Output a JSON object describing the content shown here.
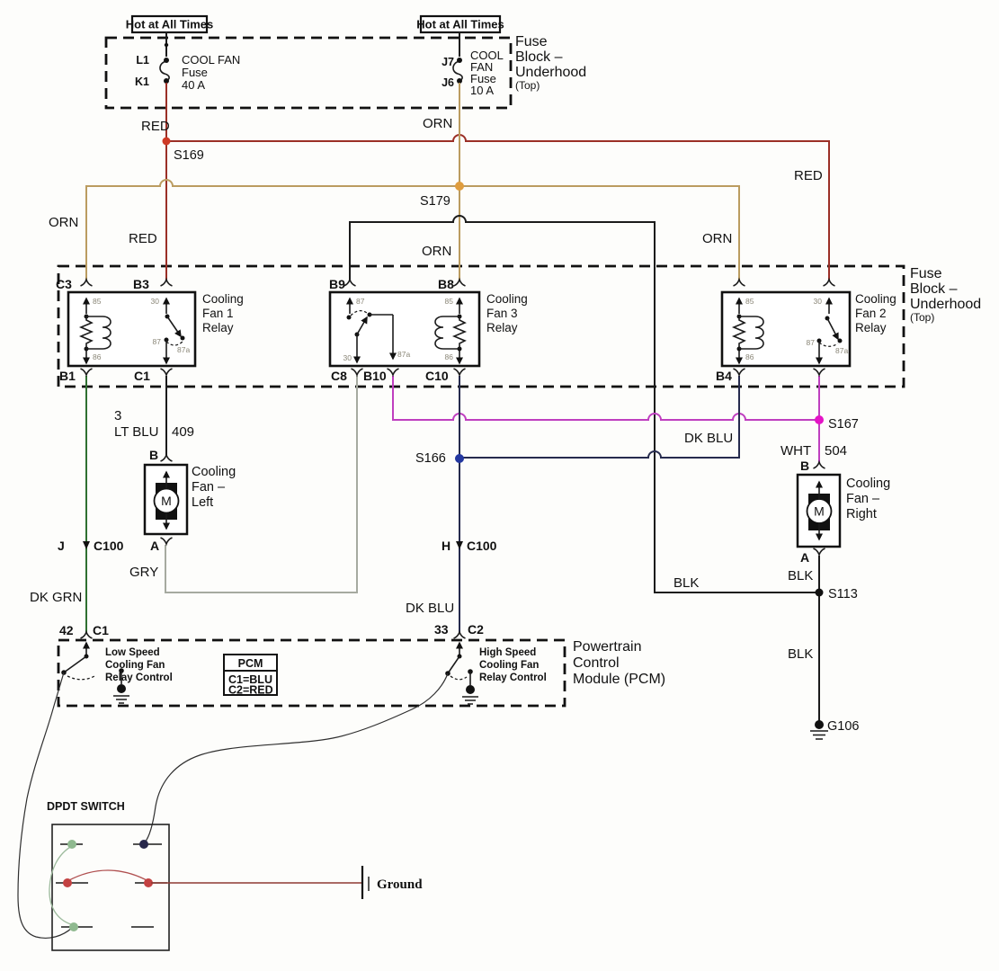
{
  "colors": {
    "red": "#9b2f26",
    "orange": "#bb9c60",
    "green": "#2f7030",
    "gray": "#a6aaa0",
    "dkblu": "#262b4e",
    "magenta": "#bf3fbf",
    "splice_red": "#ce3a26",
    "splice_orange": "#df9d3f",
    "splice_blue": "#2337a0",
    "splice_magenta": "#e414c6",
    "pale_green": "#8fb98f",
    "dot_red": "#c34242",
    "navy_dot": "#26264a",
    "maroon": "#8e3a32",
    "curve_red": "#b05050",
    "curve_green": "#9dbb9d"
  },
  "top": {
    "hot_label": "Hot at All Times",
    "fuse1": {
      "pin_top": "L1",
      "pin_bot": "K1",
      "line1": "COOL FAN",
      "line2": "Fuse",
      "line3": "40 A"
    },
    "fuse2": {
      "pin_top": "J7",
      "pin_bot": "J6",
      "line1": "COOL",
      "line2": "FAN",
      "line3": "Fuse",
      "line4": "10 A"
    },
    "block_label": {
      "l1": "Fuse",
      "l2": "Block –",
      "l3": "Underhood",
      "l4": "(Top)"
    }
  },
  "labels": {
    "red": "RED",
    "orn": "ORN",
    "blk": "BLK",
    "gry": "GRY",
    "dkgrn": "DK GRN",
    "dkblu": "DK BLU",
    "ltblu": "LT BLU",
    "wht": "WHT",
    "n3": "3",
    "n409": "409",
    "n504": "504"
  },
  "splices": {
    "s169": "S169",
    "s179": "S179",
    "s166": "S166",
    "s167": "S167",
    "s113": "S113",
    "g106": "G106"
  },
  "relay_block": {
    "block_label": {
      "l1": "Fuse",
      "l2": "Block –",
      "l3": "Underhood",
      "l4": "(Top)"
    },
    "pins": {
      "p30": "30",
      "p85": "85",
      "p86": "86",
      "p87": "87",
      "p87a": "87a"
    },
    "relay1": {
      "name1": "Cooling",
      "name2": "Fan 1",
      "name3": "Relay",
      "c3": "C3",
      "b3": "B3",
      "b1": "B1",
      "c1": "C1"
    },
    "relay3": {
      "name1": "Cooling",
      "name2": "Fan 3",
      "name3": "Relay",
      "b9": "B9",
      "b8": "B8",
      "c8": "C8",
      "b10": "B10",
      "c10": "C10"
    },
    "relay2": {
      "name1": "Cooling",
      "name2": "Fan 2",
      "name3": "Relay",
      "b4": "B4"
    }
  },
  "fans": {
    "motor": "M",
    "left": {
      "name1": "Cooling",
      "name2": "Fan –",
      "name3": "Left",
      "b": "B",
      "a": "A"
    },
    "right": {
      "name1": "Cooling",
      "name2": "Fan –",
      "name3": "Right",
      "b": "B",
      "a": "A"
    }
  },
  "connectors": {
    "j": "J",
    "h": "H",
    "c100": "C100",
    "n42": "42",
    "c1": "C1",
    "n33": "33",
    "c2": "C2"
  },
  "pcm": {
    "module_label": {
      "l1": "Powertrain",
      "l2": "Control",
      "l3": "Module (PCM)"
    },
    "low": {
      "l1": "Low Speed",
      "l2": "Cooling Fan",
      "l3": "Relay Control"
    },
    "high": {
      "l1": "High Speed",
      "l2": "Cooling Fan",
      "l3": "Relay Control"
    },
    "idbox": {
      "title": "PCM",
      "row1": "C1=BLU",
      "row2": "C2=RED"
    }
  },
  "dpdt": {
    "label": "DPDT SWITCH",
    "ground": "Ground"
  }
}
